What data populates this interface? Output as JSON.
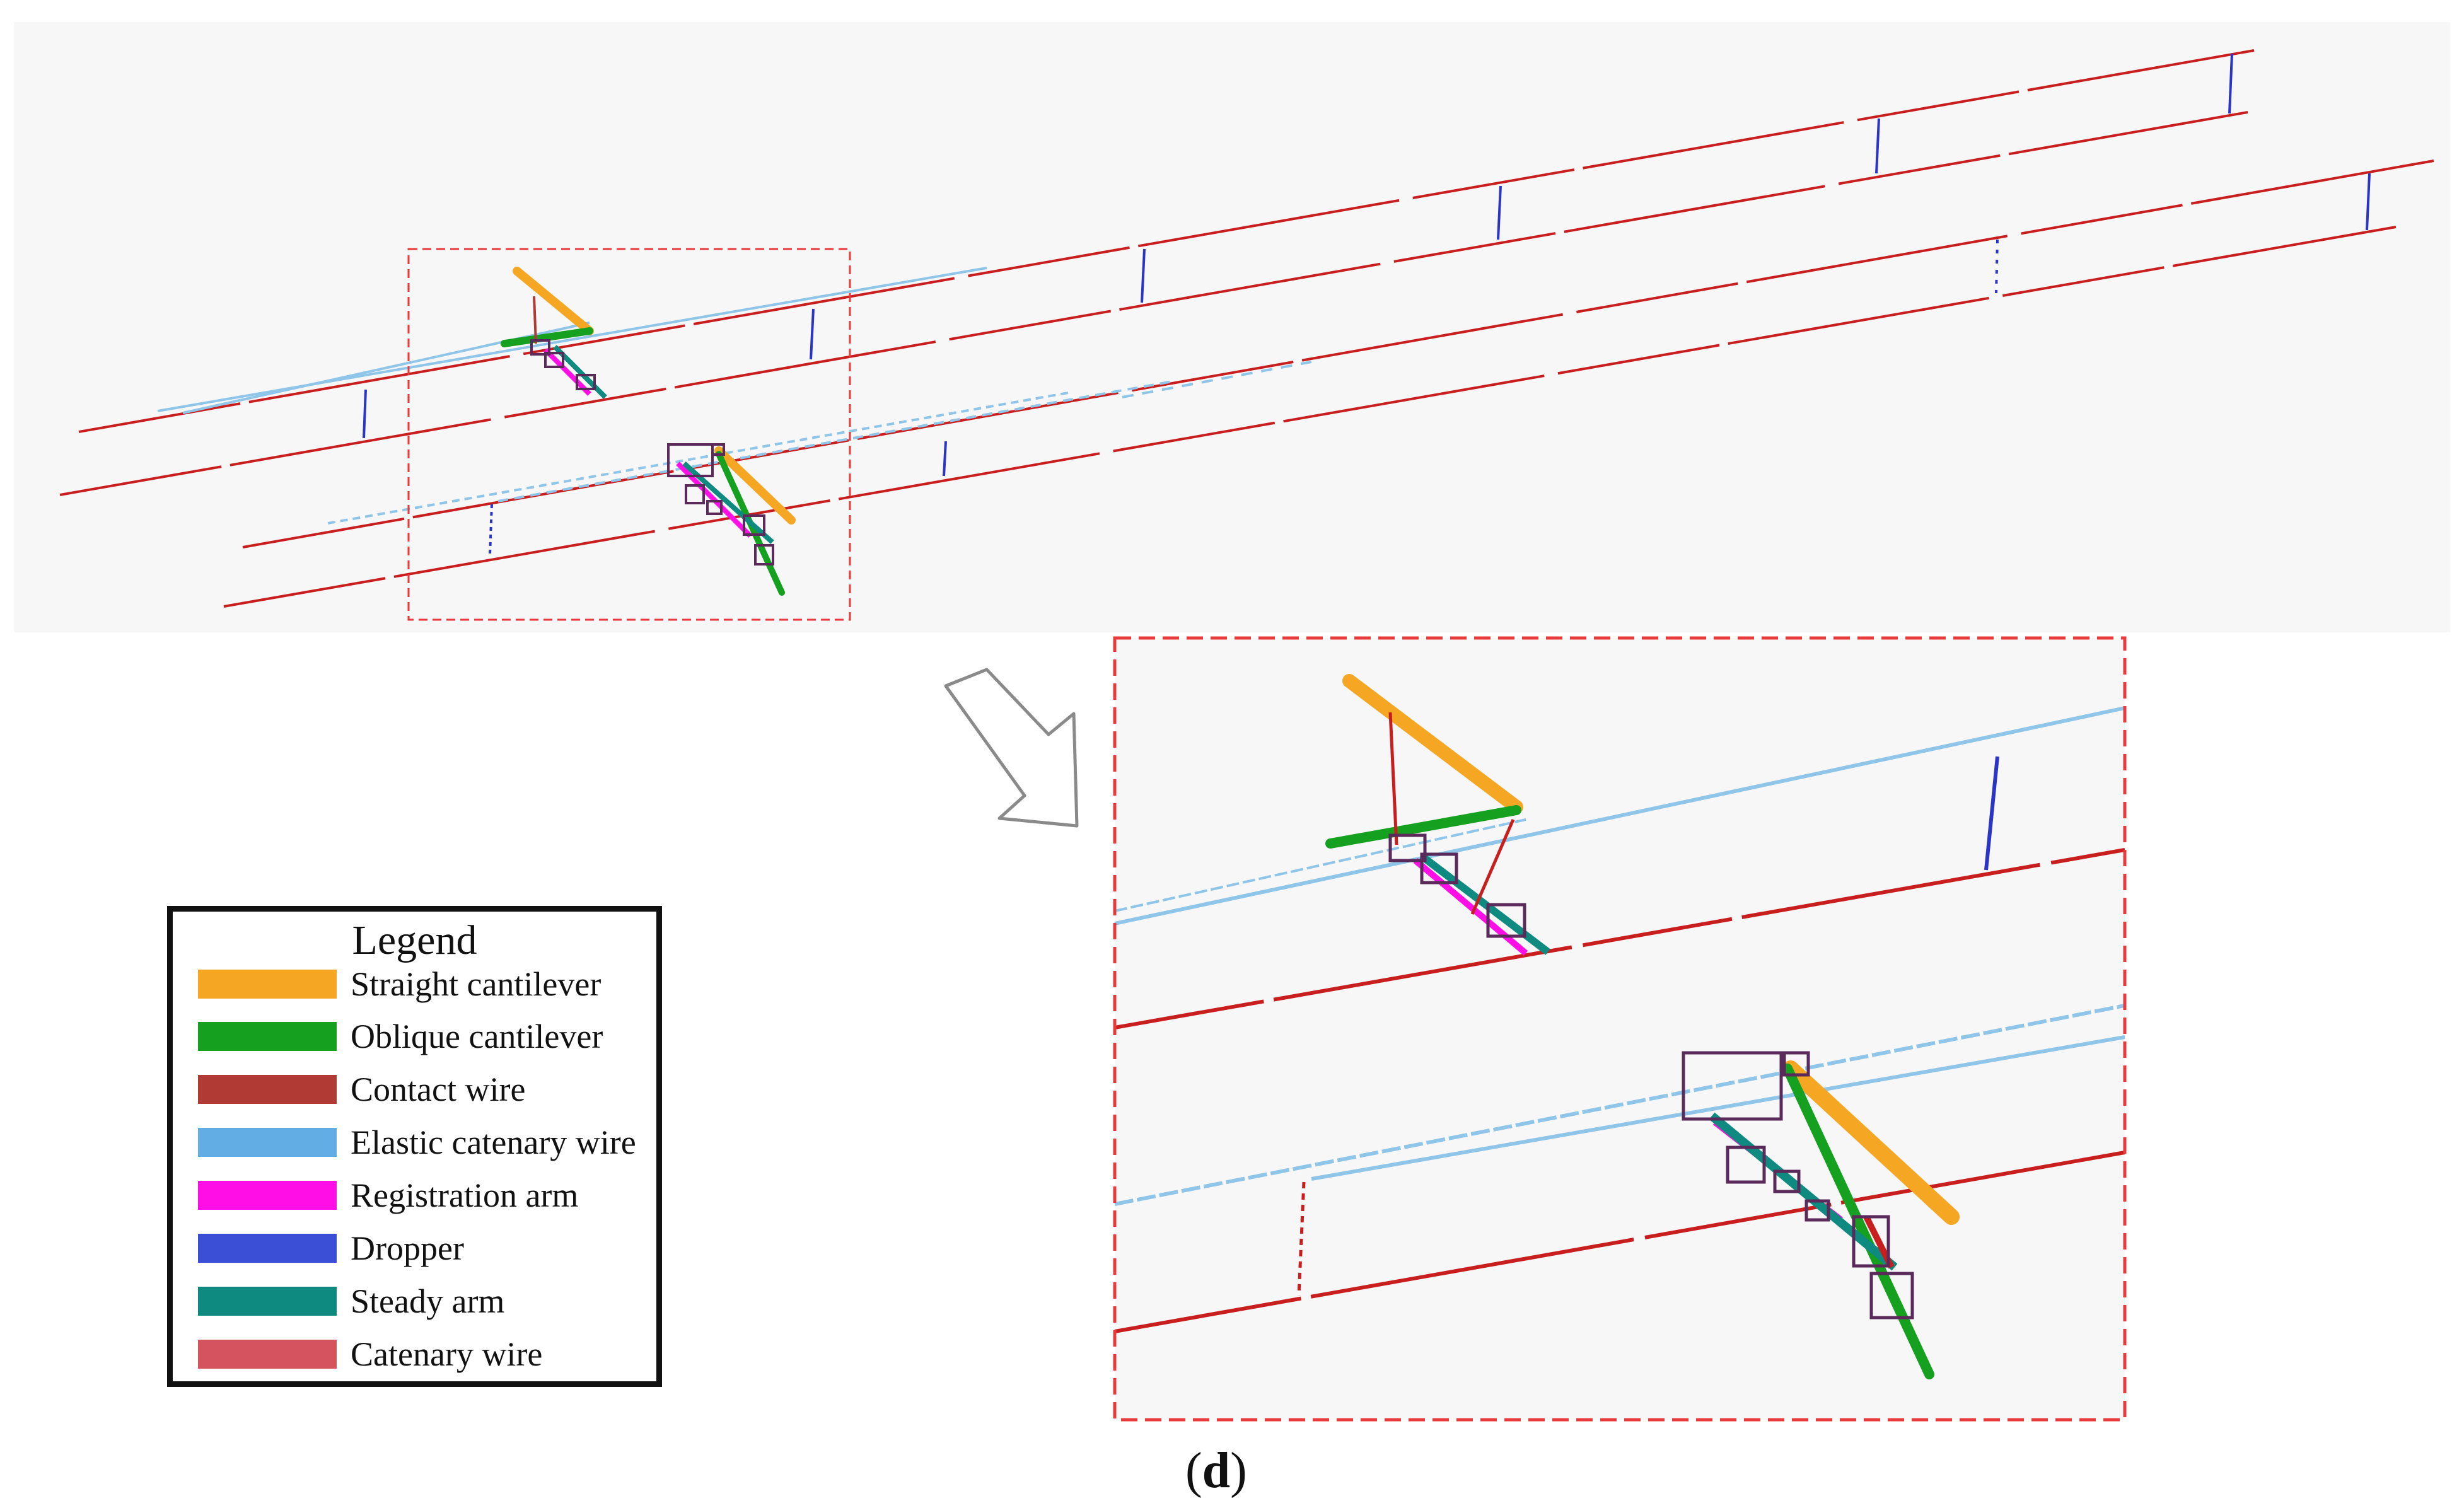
{
  "legend": {
    "title": "Legend",
    "items": [
      {
        "label": "Straight cantilever",
        "color": "#f5a623",
        "icon": "orange-bar"
      },
      {
        "label": "Oblique cantilever",
        "color": "#16a01f",
        "icon": "green-bar"
      },
      {
        "label": "Contact wire",
        "color": "#b23a35",
        "icon": "dark-red-bar"
      },
      {
        "label": "Elastic catenary wire",
        "color": "#62ade3",
        "icon": "light-blue-bar"
      },
      {
        "label": "Registration arm",
        "color": "#ff0fe6",
        "icon": "magenta-bar"
      },
      {
        "label": "Dropper",
        "color": "#3b4fd6",
        "icon": "blue-bar"
      },
      {
        "label": "Steady arm",
        "color": "#0e8a80",
        "icon": "teal-bar"
      },
      {
        "label": "Catenary wire",
        "color": "#d4535e",
        "icon": "rose-bar"
      }
    ]
  },
  "caption": {
    "open": "(",
    "letter": "d",
    "close": ")"
  },
  "colors": {
    "panel_background": "#f7f7f7",
    "wire_red": "#c81e1e",
    "catenary_blue": "#8ec5e8",
    "dropper_blue": "#2a35c8",
    "highlight_box": "#e83a3a",
    "detection_box": "#5a2a5a"
  }
}
